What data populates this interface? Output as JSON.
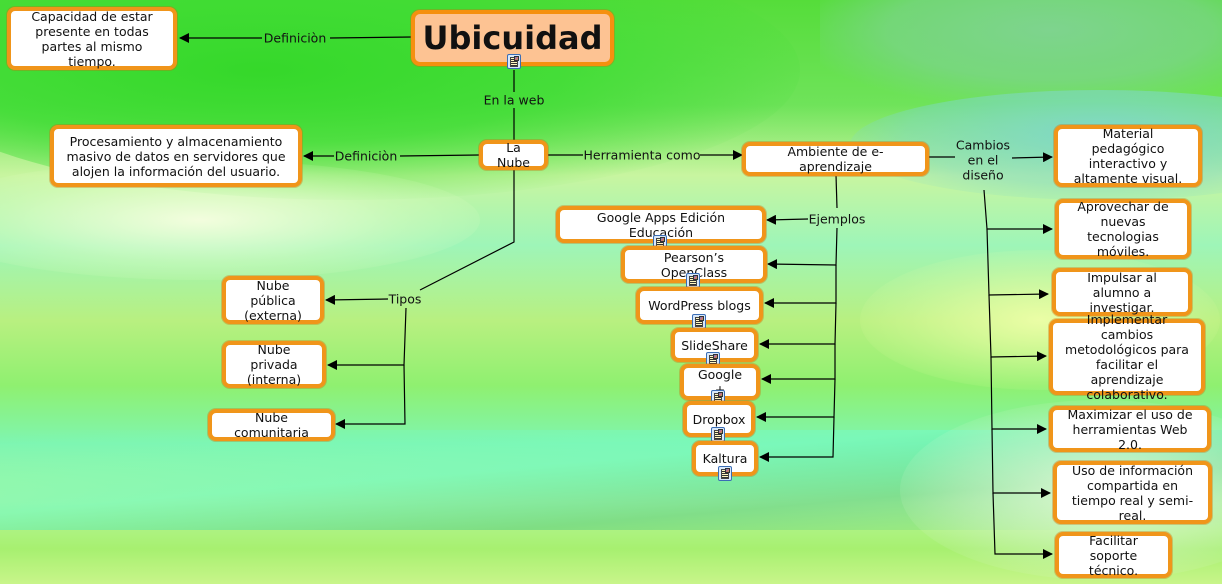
{
  "map": {
    "root": {
      "label": "Ubicuidad"
    },
    "root_definition": {
      "link_label": "Definiciòn",
      "text": "Capacidad de estar presente en todas partes al mismo tiempo."
    },
    "root_link_label": "En la web",
    "cloud": {
      "label": "La Nube"
    },
    "cloud_definition": {
      "link_label": "Definiciòn",
      "text": "Procesamiento y almacenamiento masivo de datos en servidores que alojen la información del usuario."
    },
    "tool_link_label": "Herramienta como",
    "environment": {
      "label": "Ambiente de e-aprendizaje"
    },
    "types": {
      "link_label": "Tipos",
      "items": [
        "Nube pública (externa)",
        "Nube privada (interna)",
        "Nube comunitaria"
      ]
    },
    "examples": {
      "link_label": "Ejemplos",
      "items": [
        "Google Apps Edición Educación",
        "Pearson’s OpenClass",
        "WordPress blogs",
        "SlideShare",
        "Google +",
        "Dropbox",
        "Kaltura"
      ]
    },
    "design_changes": {
      "link_label": "Cambios en el diseño",
      "items": [
        "Material pedagógico interactivo y altamente visual.",
        "Aprovechar de nuevas tecnologias móviles.",
        "Impulsar al alumno a investigar.",
        "Implementar cambios metodológicos para facilitar el aprendizaje colaborativo.",
        "Maximizar el uso de herramientas Web 2.0.",
        "Uso de información compartida en tiempo real y semi-real.",
        "Facilitar soporte técnico."
      ]
    }
  },
  "colors": {
    "node_border": "#f0951a",
    "root_fill": "#fdc393",
    "node_fill": "#ffffff",
    "link": "#000000"
  },
  "icons": {
    "resource": "document-image-icon"
  }
}
